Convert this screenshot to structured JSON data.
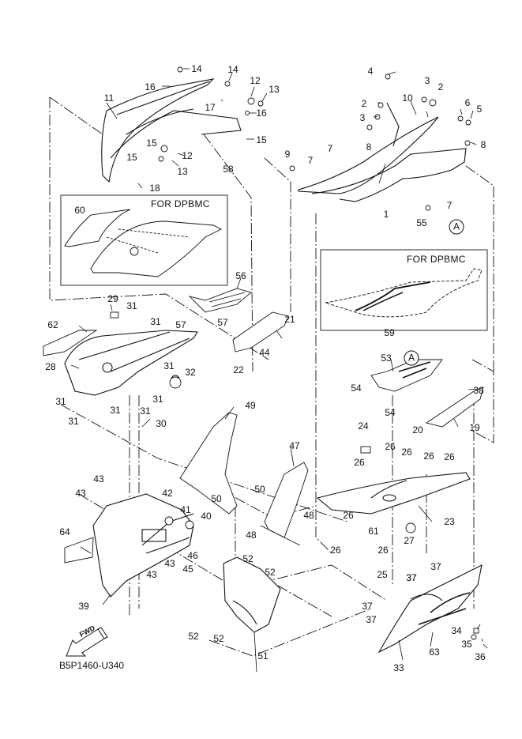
{
  "diagram": {
    "drawing_code": "B5P1460-U340",
    "forward_indicator": "FWD",
    "inset_boxes": [
      {
        "title": "FOR DPBMC",
        "part_label": "60"
      },
      {
        "title": "FOR DPBMC",
        "part_label": "59"
      }
    ],
    "reference_marks": [
      "A",
      "A"
    ],
    "callouts": [
      {
        "id": "c1",
        "label": "1"
      },
      {
        "id": "c2a",
        "label": "2"
      },
      {
        "id": "c2b",
        "label": "2"
      },
      {
        "id": "c3a",
        "label": "3"
      },
      {
        "id": "c3b",
        "label": "3"
      },
      {
        "id": "c4",
        "label": "4"
      },
      {
        "id": "c5",
        "label": "5"
      },
      {
        "id": "c6",
        "label": "6"
      },
      {
        "id": "c7a",
        "label": "7"
      },
      {
        "id": "c7b",
        "label": "7"
      },
      {
        "id": "c7c",
        "label": "7"
      },
      {
        "id": "c8a",
        "label": "8"
      },
      {
        "id": "c8b",
        "label": "8"
      },
      {
        "id": "c9",
        "label": "9"
      },
      {
        "id": "c10",
        "label": "10"
      },
      {
        "id": "c11",
        "label": "11"
      },
      {
        "id": "c12a",
        "label": "12"
      },
      {
        "id": "c12b",
        "label": "12"
      },
      {
        "id": "c13a",
        "label": "13"
      },
      {
        "id": "c13b",
        "label": "13"
      },
      {
        "id": "c14a",
        "label": "14"
      },
      {
        "id": "c14b",
        "label": "14"
      },
      {
        "id": "c15a",
        "label": "15"
      },
      {
        "id": "c15b",
        "label": "15"
      },
      {
        "id": "c15c",
        "label": "15"
      },
      {
        "id": "c16a",
        "label": "16"
      },
      {
        "id": "c16b",
        "label": "16"
      },
      {
        "id": "c17",
        "label": "17"
      },
      {
        "id": "c18",
        "label": "18"
      },
      {
        "id": "c19",
        "label": "19"
      },
      {
        "id": "c20",
        "label": "20"
      },
      {
        "id": "c21",
        "label": "21"
      },
      {
        "id": "c22",
        "label": "22"
      },
      {
        "id": "c23",
        "label": "23"
      },
      {
        "id": "c24",
        "label": "24"
      },
      {
        "id": "c25",
        "label": "25"
      },
      {
        "id": "c26a",
        "label": "26"
      },
      {
        "id": "c26b",
        "label": "26"
      },
      {
        "id": "c26c",
        "label": "26"
      },
      {
        "id": "c26d",
        "label": "26"
      },
      {
        "id": "c26e",
        "label": "26"
      },
      {
        "id": "c26f",
        "label": "26"
      },
      {
        "id": "c26g",
        "label": "26"
      },
      {
        "id": "c26h",
        "label": "26"
      },
      {
        "id": "c27",
        "label": "27"
      },
      {
        "id": "c28",
        "label": "28"
      },
      {
        "id": "c29",
        "label": "29"
      },
      {
        "id": "c30",
        "label": "30"
      },
      {
        "id": "c31a",
        "label": "31"
      },
      {
        "id": "c31b",
        "label": "31"
      },
      {
        "id": "c31c",
        "label": "31"
      },
      {
        "id": "c31d",
        "label": "31"
      },
      {
        "id": "c31e",
        "label": "31"
      },
      {
        "id": "c31f",
        "label": "31"
      },
      {
        "id": "c31g",
        "label": "31"
      },
      {
        "id": "c31h",
        "label": "31"
      },
      {
        "id": "c32",
        "label": "32"
      },
      {
        "id": "c33",
        "label": "33"
      },
      {
        "id": "c34",
        "label": "34"
      },
      {
        "id": "c35",
        "label": "35"
      },
      {
        "id": "c36",
        "label": "36"
      },
      {
        "id": "c37a",
        "label": "37"
      },
      {
        "id": "c37b",
        "label": "37"
      },
      {
        "id": "c37c",
        "label": "37"
      },
      {
        "id": "c37d",
        "label": "37"
      },
      {
        "id": "c37e",
        "label": "37"
      },
      {
        "id": "c38",
        "label": "38"
      },
      {
        "id": "c39",
        "label": "39"
      },
      {
        "id": "c40",
        "label": "40"
      },
      {
        "id": "c41",
        "label": "41"
      },
      {
        "id": "c42",
        "label": "42"
      },
      {
        "id": "c43a",
        "label": "43"
      },
      {
        "id": "c43b",
        "label": "43"
      },
      {
        "id": "c43c",
        "label": "43"
      },
      {
        "id": "c43d",
        "label": "43"
      },
      {
        "id": "c44",
        "label": "44"
      },
      {
        "id": "c45",
        "label": "45"
      },
      {
        "id": "c46",
        "label": "46"
      },
      {
        "id": "c47",
        "label": "47"
      },
      {
        "id": "c48a",
        "label": "48"
      },
      {
        "id": "c48b",
        "label": "48"
      },
      {
        "id": "c49",
        "label": "49"
      },
      {
        "id": "c50a",
        "label": "50"
      },
      {
        "id": "c50b",
        "label": "50"
      },
      {
        "id": "c51",
        "label": "51"
      },
      {
        "id": "c52a",
        "label": "52"
      },
      {
        "id": "c52b",
        "label": "52"
      },
      {
        "id": "c52c",
        "label": "52"
      },
      {
        "id": "c52d",
        "label": "52"
      },
      {
        "id": "c53",
        "label": "53"
      },
      {
        "id": "c54a",
        "label": "54"
      },
      {
        "id": "c54b",
        "label": "54"
      },
      {
        "id": "c55",
        "label": "55"
      },
      {
        "id": "c56",
        "label": "56"
      },
      {
        "id": "c57a",
        "label": "57"
      },
      {
        "id": "c57b",
        "label": "57"
      },
      {
        "id": "c58",
        "label": "58"
      },
      {
        "id": "c61",
        "label": "61"
      },
      {
        "id": "c62",
        "label": "62"
      },
      {
        "id": "c63",
        "label": "63"
      },
      {
        "id": "c64",
        "label": "64"
      }
    ]
  }
}
